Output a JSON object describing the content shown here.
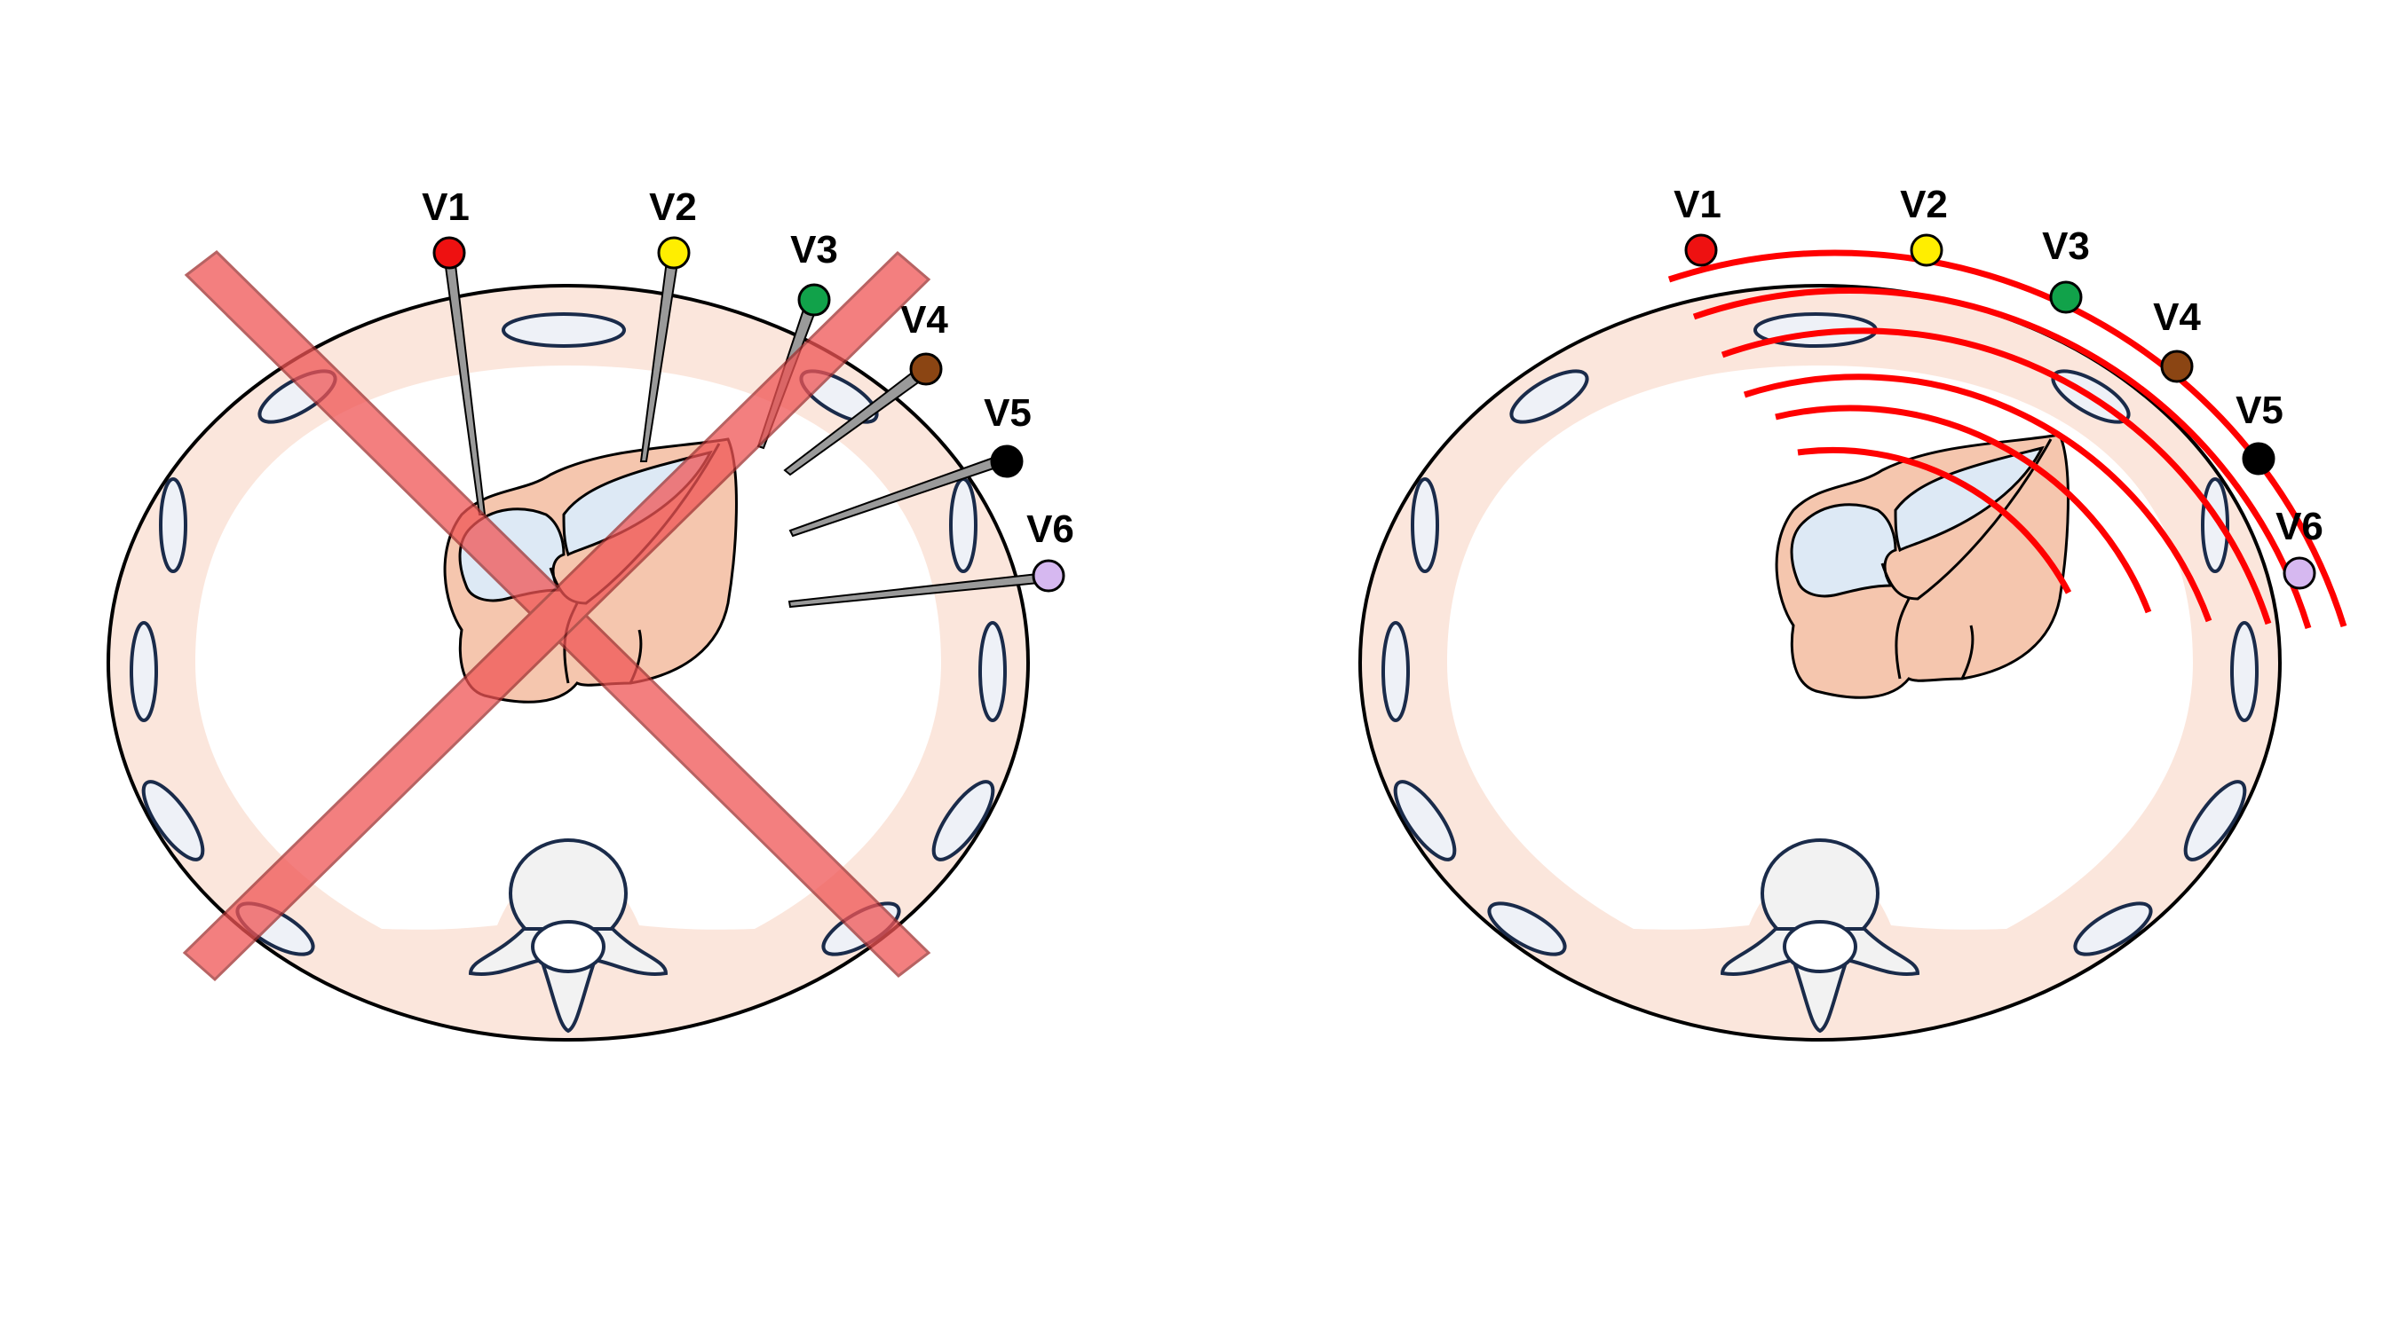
{
  "panels": [
    {
      "id": "left",
      "crossed_out": true,
      "leads": [
        {
          "label": "V1",
          "color": "#ee1111"
        },
        {
          "label": "V2",
          "color": "#ffee00"
        },
        {
          "label": "V3",
          "color": "#11a24a"
        },
        {
          "label": "V4",
          "color": "#8b4513"
        },
        {
          "label": "V5",
          "color": "#000000"
        },
        {
          "label": "V6",
          "color": "#d6b8f0"
        }
      ]
    },
    {
      "id": "right",
      "crossed_out": false,
      "leads": [
        {
          "label": "V1",
          "color": "#ee1111"
        },
        {
          "label": "V2",
          "color": "#ffee00"
        },
        {
          "label": "V3",
          "color": "#11a24a"
        },
        {
          "label": "V4",
          "color": "#8b4513"
        },
        {
          "label": "V5",
          "color": "#000000"
        },
        {
          "label": "V6",
          "color": "#d6b8f0"
        }
      ]
    }
  ],
  "colors": {
    "body_fill": "#fbe6dc",
    "inner_fill": "#ffffff",
    "heart_fill": "#f5c6ae",
    "chamber_fill": "#dde9f5",
    "rib_fill": "#eef1f7",
    "rib_stroke": "#1a2b4a",
    "cross_color": "#f05555",
    "wave_color": "#ff0000",
    "needle_fill": "#9a9a9a"
  }
}
